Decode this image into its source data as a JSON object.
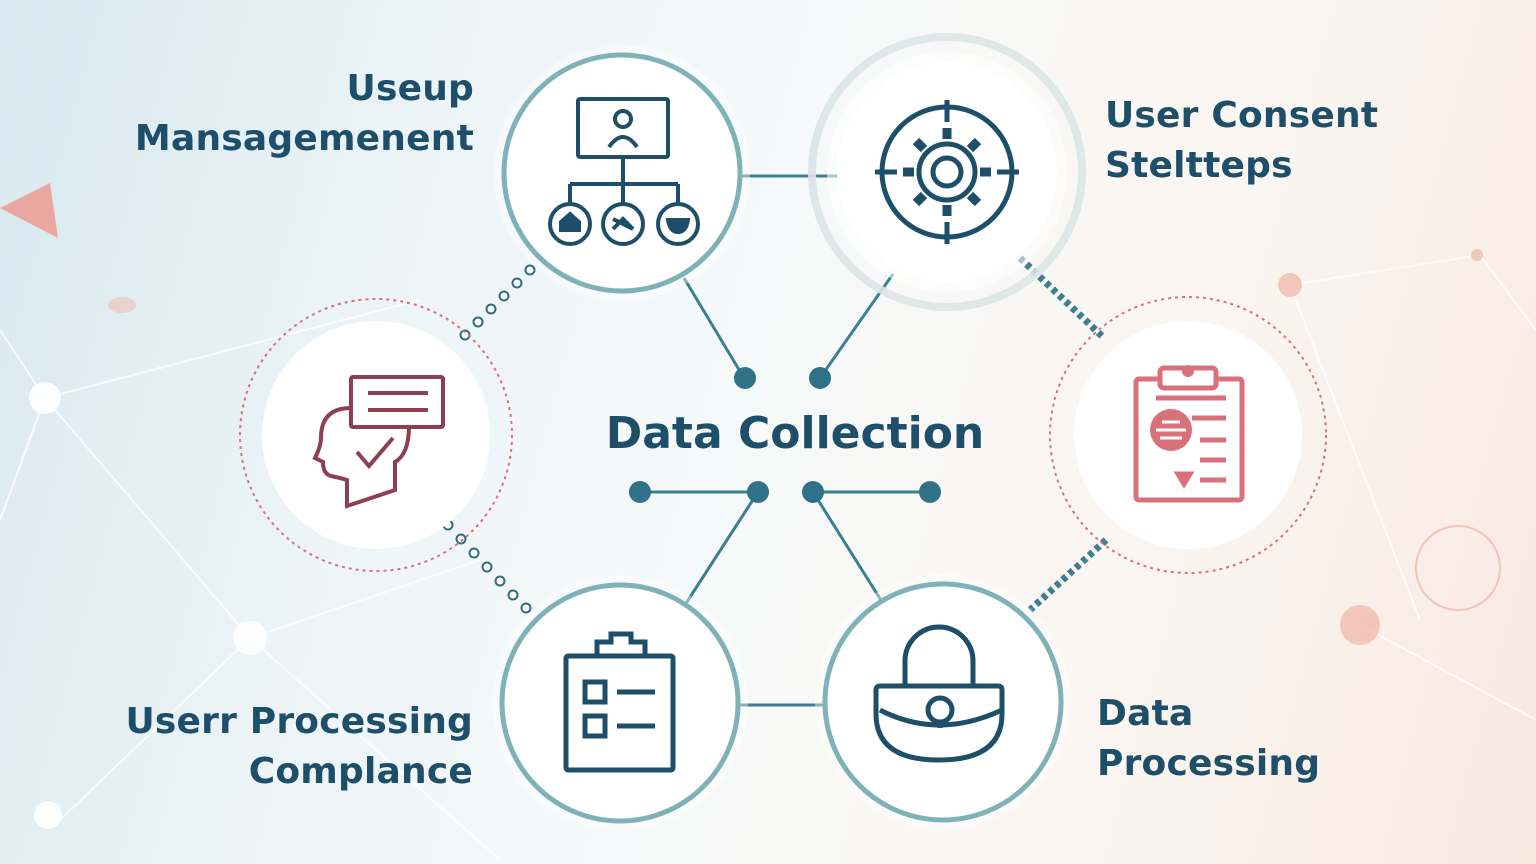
{
  "center": {
    "title": "Data Collection"
  },
  "nodes": {
    "user_management": {
      "line1": "Useup",
      "line2": "Mansagemenent",
      "icon": "org-chart-icon"
    },
    "user_consent": {
      "line1": "User Consent",
      "line2": "Steltteps",
      "icon": "gear-target-icon"
    },
    "user_processing": {
      "line1": "Userr Processing",
      "line2": "Complance",
      "icon": "checklist-clipboard-icon"
    },
    "data_processing": {
      "line1": "Data",
      "line2": "Processing",
      "icon": "padlock-icon"
    },
    "side_left": {
      "icon": "head-message-check-icon"
    },
    "side_right": {
      "icon": "clipboard-report-icon"
    }
  },
  "colors": {
    "primary": "#1d4e6a",
    "connector": "#3c7f92",
    "teal_ring": "#7fb2b8",
    "accent_red": "#d9717b",
    "accent_maroon": "#8e4052",
    "background_left": "#d7e8ee",
    "background_right": "#f8e9df"
  }
}
